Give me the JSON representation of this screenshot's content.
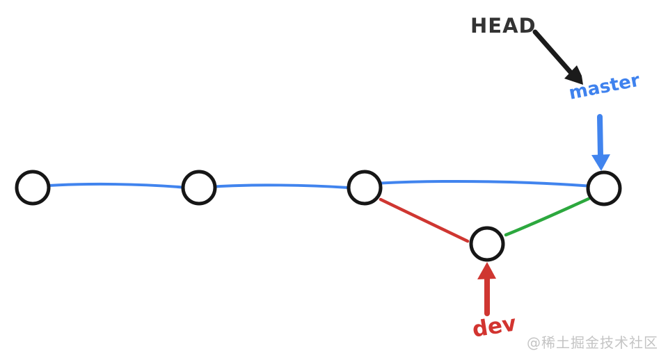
{
  "labels": {
    "head": "HEAD",
    "master": "master",
    "dev": "dev",
    "watermark": "@稀土掘金技术社区"
  },
  "colors": {
    "blue": "#4184ee",
    "green": "#2ca83e",
    "red": "#cf3631",
    "black": "#1b1b1b",
    "node_stroke": "#161616",
    "head_text": "#333333",
    "watermark_gray": "#c4c4c4"
  },
  "graph": {
    "type": "git-commit-graph",
    "branches": [
      {
        "name": "master",
        "color": "#4184ee",
        "commit_count": 4,
        "has_head_pointer": true
      },
      {
        "name": "dev",
        "color": "#cf3631",
        "commit_count": 1,
        "has_head_pointer": false
      }
    ],
    "nodes": [
      {
        "id": "c1",
        "branch": "master"
      },
      {
        "id": "c2",
        "branch": "master"
      },
      {
        "id": "c3",
        "branch": "master"
      },
      {
        "id": "c4",
        "branch": "master"
      },
      {
        "id": "c5",
        "branch": "dev"
      }
    ],
    "edges": [
      {
        "from": "c1",
        "to": "c2",
        "color_name": "blue"
      },
      {
        "from": "c2",
        "to": "c3",
        "color_name": "blue"
      },
      {
        "from": "c3",
        "to": "c4",
        "color_name": "blue"
      },
      {
        "from": "c3",
        "to": "c5",
        "color_name": "red"
      },
      {
        "from": "c5",
        "to": "c4",
        "color_name": "green"
      }
    ],
    "pointers": [
      {
        "label": "HEAD",
        "points_to": "master",
        "color_name": "black"
      },
      {
        "label": "master",
        "points_to": "c4",
        "color_name": "blue"
      },
      {
        "label": "dev",
        "points_to": "c5",
        "color_name": "red"
      }
    ]
  }
}
